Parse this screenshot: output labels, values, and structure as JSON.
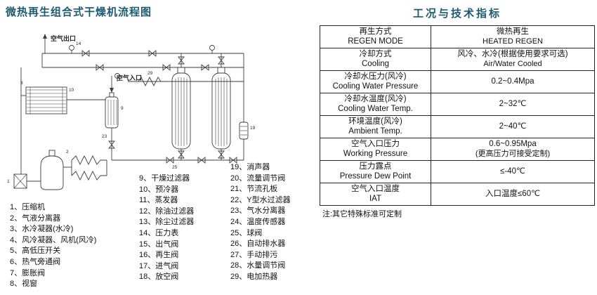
{
  "page": {
    "diagram_title": "微热再生组合式干燥机流程图",
    "table_title": "工况与技术指标"
  },
  "diagram": {
    "air_outlet_label": "空气出口",
    "air_inlet_label": "空气入口",
    "callouts": {
      "c1": "1",
      "c2": "2",
      "c3": "3",
      "c9": "9",
      "c10": "10",
      "c14": "14",
      "c19": "19",
      "c23": "23",
      "c25": "25",
      "c29": "29"
    },
    "legend": {
      "col1": [
        "1、压缩机",
        "2、气液分离器",
        "3、水冷凝器(水冷)",
        "4、风冷凝器、风机(风冷)",
        "5、高低压开关",
        "6、热气旁通阀",
        "7、膨胀阀",
        "8、视窗"
      ],
      "col2": [
        "9、干燥过滤器",
        "10、预冷器",
        "11、蒸发器",
        "12、除油过滤器",
        "13、除尘过滤器",
        "14、压力表",
        "15、出气阀",
        "16、再生阀",
        "17、进气阀",
        "18、放空阀"
      ],
      "col3": [
        "19、消声器",
        "20、流量调节阀",
        "21、节流孔板",
        "22、Y型水过滤器",
        "23、气水分离器",
        "24、温度传感器",
        "25、球阀",
        "26、自动排水器",
        "27、手动排污",
        "28、水量调节阀",
        "29、电加热器"
      ]
    }
  },
  "table": {
    "rows": [
      {
        "label_cn": "再生方式",
        "label_en": "REGEN MODE",
        "value_1": "微热再生",
        "value_2": "HEATED REGEN"
      },
      {
        "label_cn": "冷却方式",
        "label_en": "Cooling",
        "value_1": "风冷、水冷(根据使用要求可选)",
        "value_2": "Air/Water Cooled"
      },
      {
        "label_cn": "冷却水压力(风冷)",
        "label_en": "Cooling Water Pressure",
        "value_1": "0.2~0.4Mpa",
        "value_2": ""
      },
      {
        "label_cn": "冷却水温度(风冷)",
        "label_en": "Cooling Water Temp.",
        "value_1": "2~32℃",
        "value_2": ""
      },
      {
        "label_cn": "环境温度(风冷)",
        "label_en": "Ambient Temp.",
        "value_1": "2~40℃",
        "value_2": ""
      },
      {
        "label_cn": "空气入口压力",
        "label_en": "Working Pressure",
        "value_1": "0.6~0.95Mpa",
        "value_2": "(更高压力可接受定制)"
      },
      {
        "label_cn": "压力露点",
        "label_en": "Pressure Dew Point",
        "value_1": "≤-40℃",
        "value_2": ""
      },
      {
        "label_cn": "空气入口温度",
        "label_en": "IAT",
        "value_1": "入口温度≤60℃",
        "value_2": ""
      }
    ],
    "note": "注:其它特殊标准可定制"
  }
}
